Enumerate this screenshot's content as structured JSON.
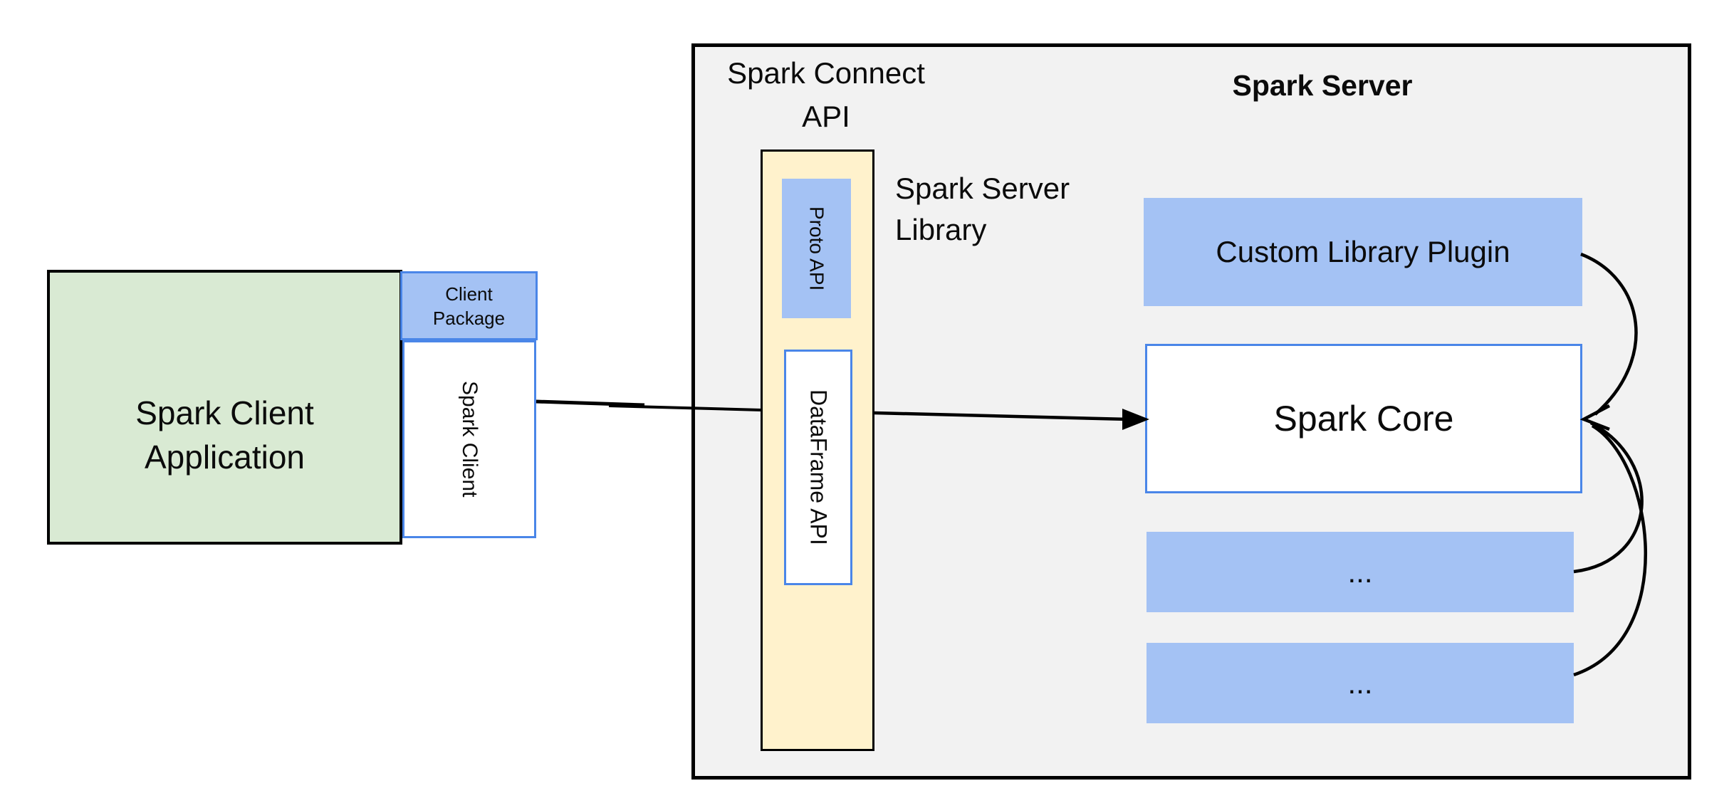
{
  "colors": {
    "green_fill": "#d9ead3",
    "blue_fill": "#a4c2f4",
    "yellow_fill": "#fff2cc",
    "gray_fill": "#f2f2f2",
    "border_blue": "#4a86e8",
    "line_black": "#000000"
  },
  "client": {
    "app_label": "Spark Client Application",
    "package_label": "Client Package",
    "client_label": "Spark Client"
  },
  "connect": {
    "api_label": "Spark Connect API",
    "proto_label": "Proto API",
    "dataframe_label": "DataFrame API",
    "library_label": "Spark Server Library"
  },
  "server": {
    "title": "Spark Server",
    "plugin_label": "Custom Library Plugin",
    "core_label": "Spark Core",
    "more_top_label": "...",
    "more_bottom_label": "..."
  }
}
